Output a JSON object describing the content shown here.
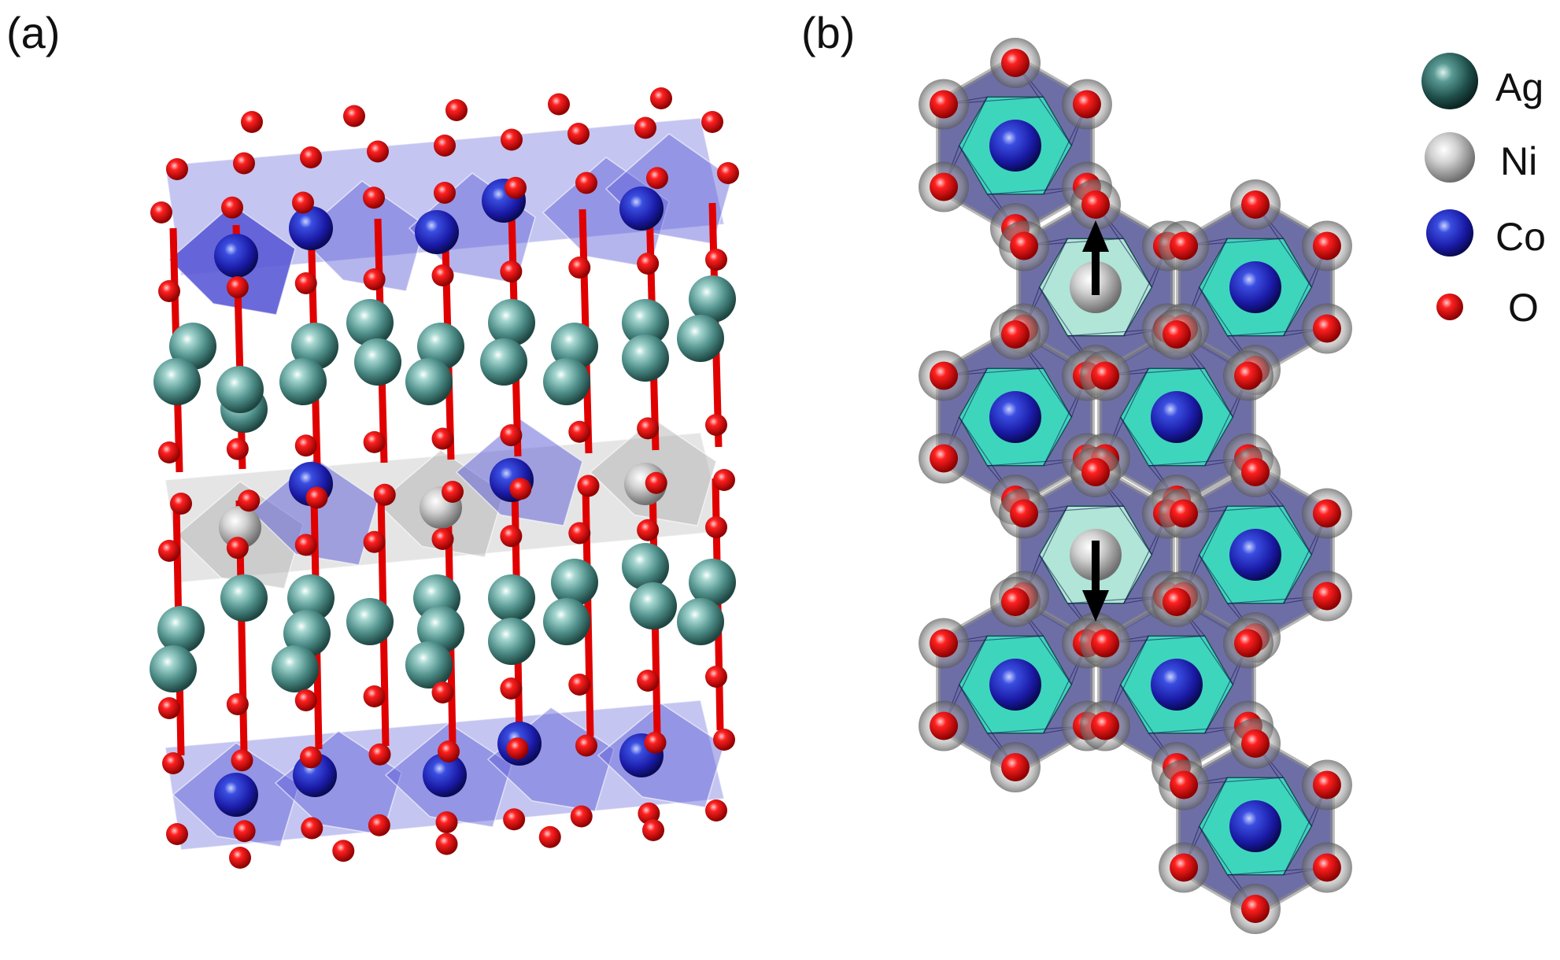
{
  "figure": {
    "panel_a_label": "(a)",
    "panel_b_label": "(b)"
  },
  "legend": {
    "items": [
      {
        "label": "Ag",
        "color": "#1f4f4b",
        "highlight": "#9fd6cf"
      },
      {
        "label": "Ni",
        "color": "#8a8a8a",
        "highlight": "#ffffff"
      },
      {
        "label": "Co",
        "color": "#1a1aa6",
        "highlight": "#a9b8ff"
      },
      {
        "label": "O",
        "color": "#d40000",
        "highlight": "#ffb0b0"
      }
    ]
  },
  "colors": {
    "co_polyhedron": "#5a5ad6",
    "ni_polyhedron": "#b4b4b4",
    "ag_atom": "#4f8f8a",
    "hex_inner_co": "#38e0c0",
    "hex_inner_ni": "#b8f2dd",
    "bond_o": "#e00000",
    "arrow": "#000000"
  },
  "spin_arrows": [
    {
      "direction": "up"
    },
    {
      "direction": "down"
    }
  ]
}
